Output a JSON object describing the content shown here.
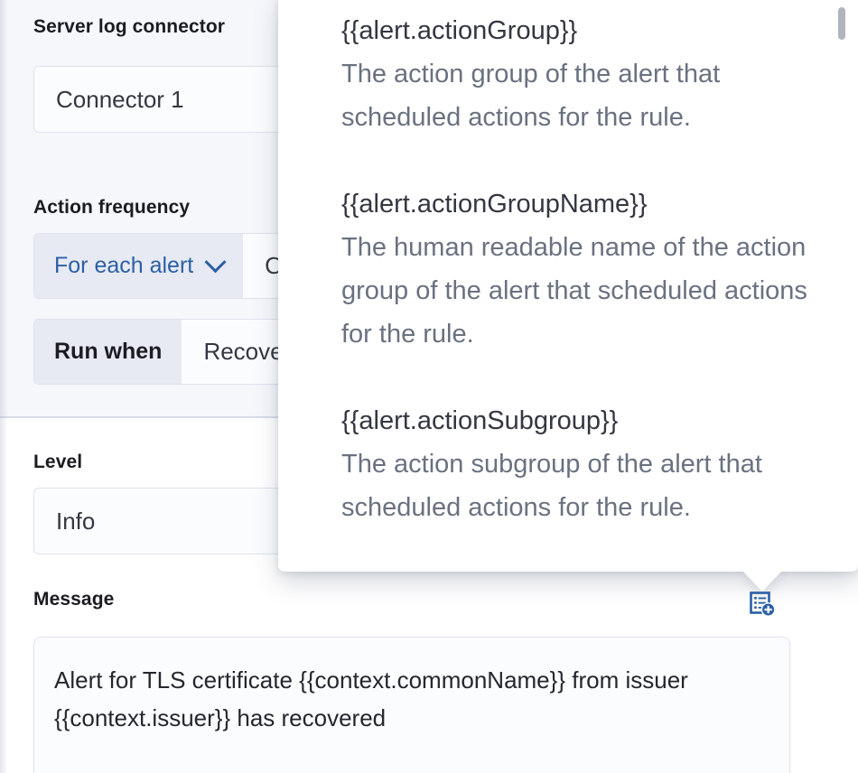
{
  "form": {
    "connector": {
      "label": "Server log connector",
      "value": "Connector 1"
    },
    "action_frequency": {
      "label": "Action frequency",
      "summary_prepend": "For each alert",
      "summary_value": "O",
      "run_when_prepend": "Run when",
      "run_when_value": "Recove"
    },
    "level": {
      "label": "Level",
      "value": "Info"
    },
    "message": {
      "label": "Message",
      "value": "Alert for TLS certificate {{context.commonName}} from issuer {{context.issuer}} has recovered",
      "add_variable_icon": "add-variable-icon"
    }
  },
  "popover": {
    "variables": [
      {
        "name": "{{alert.actionGroup}}",
        "description": "The action group of the alert that scheduled actions for the rule."
      },
      {
        "name": "{{alert.actionGroupName}}",
        "description": "The human readable name of the action group of the alert that scheduled actions for the rule."
      },
      {
        "name": "{{alert.actionSubgroup}}",
        "description": "The action subgroup of the alert that scheduled actions for the rule."
      }
    ]
  },
  "colors": {
    "panel_background": "#F6F7FB",
    "link_blue": "#2B5FA5",
    "text_primary": "#343741",
    "text_muted": "#6A7180",
    "border": "#DFE2EE",
    "icon_blue": "#2B5FA5"
  }
}
